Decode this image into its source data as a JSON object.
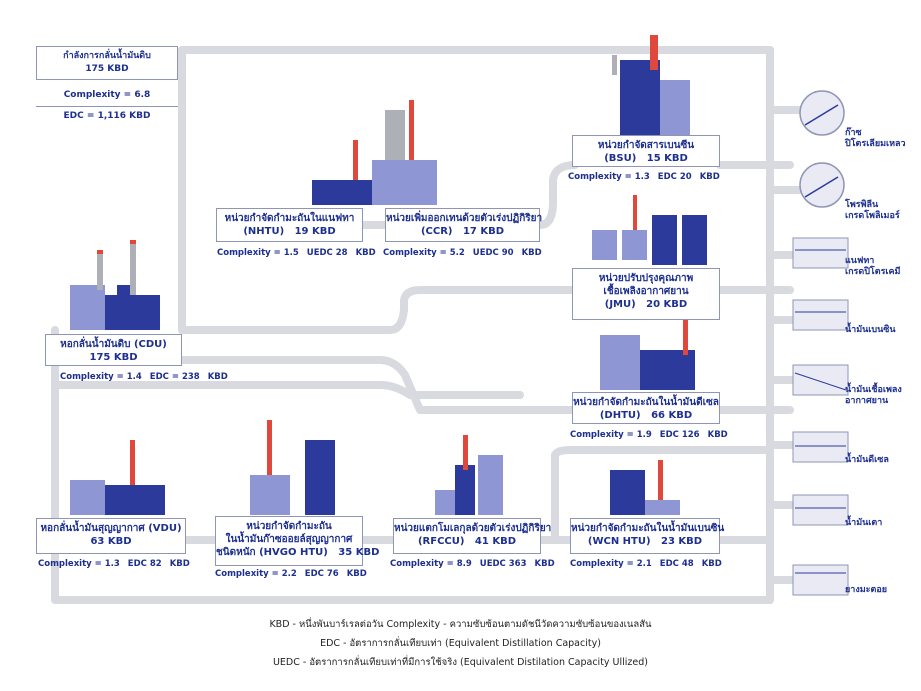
{
  "summary": {
    "capacity_label": "กำลังการกลั่นน้ำมันดิบ",
    "capacity_value": "175 KBD",
    "complexity": "Complexity = 6.8",
    "edc_label": "EDC =",
    "edc_value": "1,116",
    "edc_unit": "KBD"
  },
  "units": {
    "cdu": {
      "line1": "หอกลั่นน้ำมันดิบ (CDU)",
      "line2": "175 KBD",
      "complexity": "Complexity = 1.4",
      "edc": "EDC = 238",
      "unit": "KBD"
    },
    "nhtu": {
      "line1": "หน่วยกำจัดกำมะถันในแนฟทา",
      "line2": "(NHTU)",
      "line3": "19 KBD",
      "complexity": "Complexity = 1.5",
      "edc": "UEDC 28",
      "unit": "KBD"
    },
    "ccr": {
      "line1": "หน่วยเพิ่มออกเทนด้วยตัวเร่งปฏิกิริยา",
      "line2": "(CCR)",
      "line3": "17 KBD",
      "complexity": "Complexity = 5.2",
      "edc": "UEDC 90",
      "unit": "KBD"
    },
    "bsu": {
      "line1": "หน่วยกำจัดสารเบนซีน",
      "line2": "(BSU)",
      "line3": "15 KBD",
      "complexity": "Complexity = 1.3",
      "edc": "EDC 20",
      "unit": "KBD"
    },
    "jmu": {
      "line1": "หน่วยปรับปรุงคุณภาพ",
      "line2": "เชื้อเพลิงอากาศยาน",
      "line3": "(JMU)",
      "line4": "20 KBD"
    },
    "dhtu": {
      "line1": "หน่วยกำจัดกำมะถันในน้ำมันดีเซล",
      "line2": "(DHTU)",
      "line3": "66 KBD",
      "complexity": "Complexity = 1.9",
      "edc": "EDC 126",
      "unit": "KBD"
    },
    "vdu": {
      "line1": "หอกลั่นน้ำมันสุญญากาศ (VDU)",
      "line2": "63 KBD",
      "complexity": "Complexity = 1.3",
      "edc": "EDC 82",
      "unit": "KBD"
    },
    "hvgo": {
      "line1": "หน่วยกำจัดกำมะถัน",
      "line2": "ในน้ำมันก๊าซออยล์สุญญากาศ",
      "line3": "ชนิดหนัก (HVGO HTU)",
      "line4": "35 KBD",
      "complexity": "Complexity = 2.2",
      "edc": "EDC 76",
      "unit": "KBD"
    },
    "rfccu": {
      "line1": "หน่วยแตกโมเลกุลด้วยตัวเร่งปฏิกิริยา",
      "line2": "(RFCCU)",
      "line3": "41 KBD",
      "complexity": "Complexity = 8.9",
      "edc": "UEDC 363",
      "unit": "KBD"
    },
    "wcn": {
      "line1": "หน่วยกำจัดกำมะถันในน้ำมันเบนซิน",
      "line2": "(WCN HTU)",
      "line3": "23 KBD",
      "complexity": "Complexity = 2.1",
      "edc": "EDC 48",
      "unit": "KBD"
    }
  },
  "products": [
    {
      "line1": "ก๊าซ",
      "line2": "ปิโตรเลียมเหลว"
    },
    {
      "line1": "โพรพิลีน",
      "line2": "เกรดโพลิเมอร์"
    },
    {
      "line1": "แนฟทา",
      "line2": "เกรดปิโตรเคมี"
    },
    {
      "line1": "น้ำมันเบนซิน",
      "line2": ""
    },
    {
      "line1": "น้ำมันเชื้อเพลง",
      "line2": "อากาศยาน"
    },
    {
      "line1": "น้ำมันดีเซล",
      "line2": ""
    },
    {
      "line1": "น้ำมันเตา",
      "line2": ""
    },
    {
      "line1": "ยางมะตอย",
      "line2": ""
    }
  ],
  "legend": {
    "line1": "KBD - หนึ่งพันบาร์เรลต่อวัน Complexity - ความซับซ้อนตามดัชนีวัดความซับซ้อนของเนลสัน",
    "line2": "EDC - อัตราการกลั่นเทียบเท่า (Equivalent Distillation Capacity)",
    "line3": "UEDC - อัตราการกลั่นเทียบเท่าที่มีการใช้จริง (Equivalent Distilation Capacity Ullized)"
  },
  "colors": {
    "pipe": "#d9dae0",
    "navy": "#2b3a9b",
    "light": "#8e96d4",
    "red": "#e0483c",
    "grey": "#aeb0b8",
    "text": "#1d2f8f"
  }
}
